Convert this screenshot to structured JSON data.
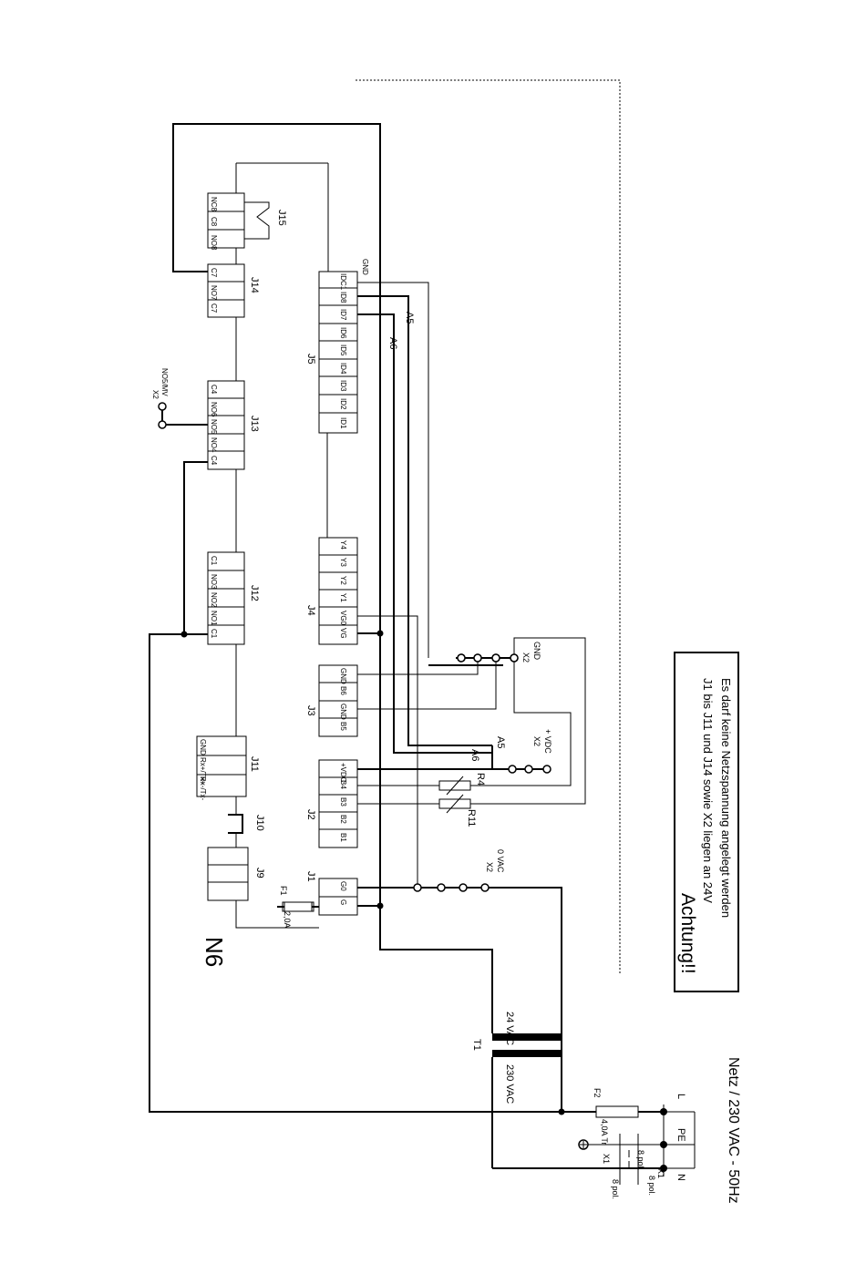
{
  "board_label": "N6",
  "warning": {
    "title": "Achtung!!",
    "line1": "J1 bis J11 und J14 sowie X2 liegen an 24V",
    "line2": "Es darf keine Netzspannung angelegt werden"
  },
  "mains_label": "Netz / 230 VAC - 50Hz",
  "transformer": {
    "name": "T1",
    "secondary": "24 VAC",
    "primary": "230 VAC"
  },
  "fuses": {
    "f1": {
      "name": "F1",
      "value": "2,0A"
    },
    "f2": {
      "name": "F2",
      "value": "4,0A Tr"
    }
  },
  "resistors": {
    "r4": "R4",
    "r11": "R11"
  },
  "mains_terminals": {
    "l": "L",
    "pe": "PE",
    "n": "N",
    "x1": "X1",
    "pol": "8 pol."
  },
  "x2_labels": {
    "vac0": {
      "name": "X2",
      "label": "0 VAC"
    },
    "vdc": {
      "name": "X2",
      "label": "+ VDC"
    },
    "gnd": {
      "name": "X2",
      "label": "GND"
    },
    "no5mv": {
      "name": "X2",
      "label": "NO5/MV"
    }
  },
  "wire_labels": {
    "a5": "A5",
    "a6": "A6",
    "gnd": "GND"
  },
  "connectors": {
    "j1": {
      "name": "J1",
      "pins": [
        "G",
        "G0"
      ]
    },
    "j2": {
      "name": "J2",
      "pins": [
        "B1",
        "B2",
        "B3",
        "B4",
        "+VDC"
      ]
    },
    "j3": {
      "name": "J3",
      "pins": [
        "B5",
        "GND",
        "B6",
        "GND"
      ]
    },
    "j4": {
      "name": "J4",
      "pins": [
        "VG",
        "VG0",
        "Y1",
        "Y2",
        "Y3",
        "Y4"
      ]
    },
    "j5": {
      "name": "J5",
      "pins": [
        "ID1",
        "ID2",
        "ID3",
        "ID4",
        "ID5",
        "ID6",
        "ID7",
        "ID8",
        "IDC1"
      ]
    },
    "j9": {
      "name": "J9"
    },
    "j10": {
      "name": "J10"
    },
    "j11": {
      "name": "J11",
      "pins": [
        "Rx-/Tx-",
        "Rx+/Tx+",
        "GND"
      ]
    },
    "j12": {
      "name": "J12",
      "pins": [
        "C1",
        "NO1",
        "NO2",
        "NO3",
        "C1"
      ]
    },
    "j13": {
      "name": "J13",
      "pins": [
        "C4",
        "NO4",
        "NO5",
        "NO6",
        "C4"
      ]
    },
    "j14": {
      "name": "J14",
      "pins": [
        "C7",
        "NO7",
        "C7"
      ]
    },
    "j15": {
      "name": "J15",
      "pins": [
        "NO8",
        "C8",
        "NC8"
      ]
    }
  }
}
